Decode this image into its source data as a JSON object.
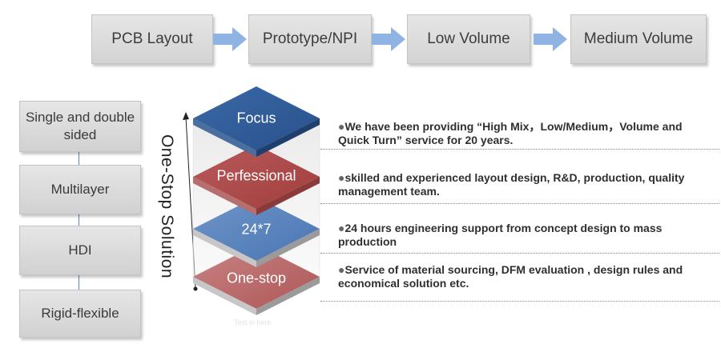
{
  "process_flow": {
    "steps": [
      "PCB Layout",
      "Prototype/NPI",
      "Low Volume",
      "Medium Volume"
    ]
  },
  "board_types": [
    "Single and double sided",
    "Multilayer",
    "HDI",
    "Rigid-flexible"
  ],
  "solution_label": "One-Stop Solution",
  "layers": [
    {
      "label": "Focus",
      "color": "blue"
    },
    {
      "label": "Perfessional",
      "color": "red"
    },
    {
      "label": "24*7",
      "color": "blue"
    },
    {
      "label": "One-stop",
      "color": "red"
    }
  ],
  "bullets": [
    {
      "line1": "We have been providing “High Mix，Low/Medium，Volume and",
      "line2": "Quick Turn” service for 20 years."
    },
    {
      "line1": "skilled and experienced layout design, R&D, production, quality",
      "line2": "management team."
    },
    {
      "line1": "24 hours engineering support from concept design to mass",
      "line2": "production"
    },
    {
      "line1": "Service of material sourcing, DFM evaluation , design rules and",
      "line2": "economical solution etc."
    }
  ],
  "bullet_symbol": "●",
  "placeholder_text": "Text in here",
  "colors": {
    "blue_top": "#2f5b96",
    "red_top": "#b04a4a",
    "box_fill": "#dcdcdc",
    "arrow": "#8fb4e3"
  }
}
